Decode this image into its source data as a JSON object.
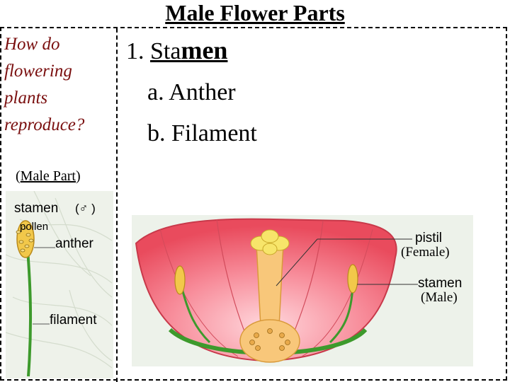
{
  "title": "Male Flower Parts",
  "question": {
    "line1": "How do",
    "line2": "flowering",
    "line3": "plants",
    "line4": "reproduce?"
  },
  "stamen": {
    "number": "1.",
    "prefix": "Sta",
    "suffix": "men",
    "items": [
      "a. Anther",
      "b. Filament"
    ]
  },
  "male_part": {
    "open": "(",
    "text": "Male Part",
    "close": ")"
  },
  "left_diagram": {
    "stamen_label": "stamen",
    "male_symbol": "(♂ )",
    "pollen_label": "pollen",
    "anther_label": "anther",
    "filament_label": "filament"
  },
  "right_diagram": {
    "pistil_label": "pistil",
    "pistil_caption": "(Female)",
    "stamen_label": "stamen",
    "stamen_caption": "(Male)"
  },
  "colors": {
    "question_text": "#7a0f0f",
    "petal": "#f05a6a",
    "stem": "#3d9a2c",
    "anther": "#f2c84a"
  }
}
